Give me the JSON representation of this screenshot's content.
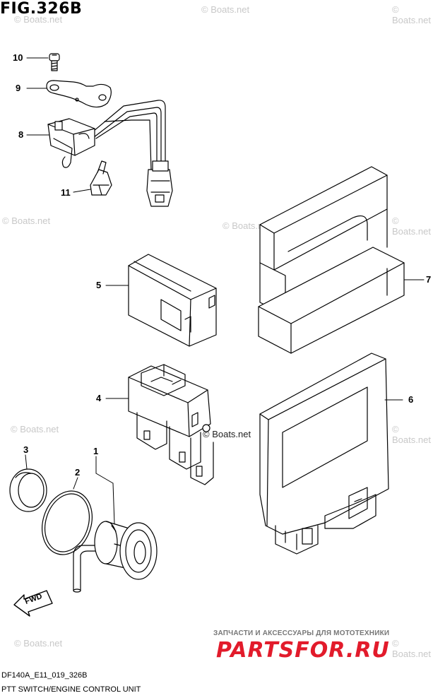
{
  "figure": {
    "title": "FIG.326B",
    "model_code": "DF140A_E11_019_326B",
    "caption": "PTT SWITCH/ENGINE CONTROL UNIT"
  },
  "callouts": [
    {
      "id": "1",
      "label": "1"
    },
    {
      "id": "2",
      "label": "2"
    },
    {
      "id": "3",
      "label": "3"
    },
    {
      "id": "4",
      "label": "4"
    },
    {
      "id": "5",
      "label": "5"
    },
    {
      "id": "6",
      "label": "6"
    },
    {
      "id": "7",
      "label": "7"
    },
    {
      "id": "8",
      "label": "8"
    },
    {
      "id": "9",
      "label": "9"
    },
    {
      "id": "10",
      "label": "10"
    },
    {
      "id": "11",
      "label": "11"
    }
  ],
  "fwd_label": "FWD",
  "watermark": {
    "text": "© Boats.net",
    "prominent_text": "© Boats.net"
  },
  "shop": {
    "tagline": "ЗАПЧАСТИ И АКСЕССУАРЫ ДЛЯ МОТОТЕХНИКИ",
    "logo": "PARTSFOR.RU"
  },
  "colors": {
    "line": "#000000",
    "watermark": "#c8c8c8",
    "shop_logo": "#e21b2b"
  }
}
